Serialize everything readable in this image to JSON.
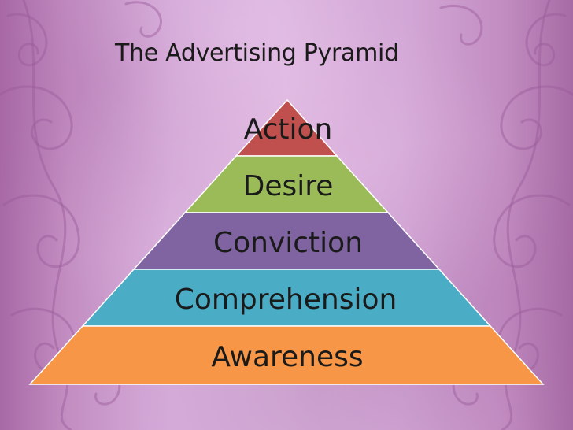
{
  "slide": {
    "title": "The Advertising Pyramid"
  },
  "pyramid": {
    "tiers": [
      {
        "label": "Action",
        "color": "#c0504d"
      },
      {
        "label": "Desire",
        "color": "#9bbb59"
      },
      {
        "label": "Conviction",
        "color": "#8064a2"
      },
      {
        "label": "Comprehension",
        "color": "#4bacc6"
      },
      {
        "label": "Awareness",
        "color": "#f79646"
      }
    ]
  },
  "colors": {
    "background": "#d6addb",
    "ornament": "#9c5d9a"
  }
}
